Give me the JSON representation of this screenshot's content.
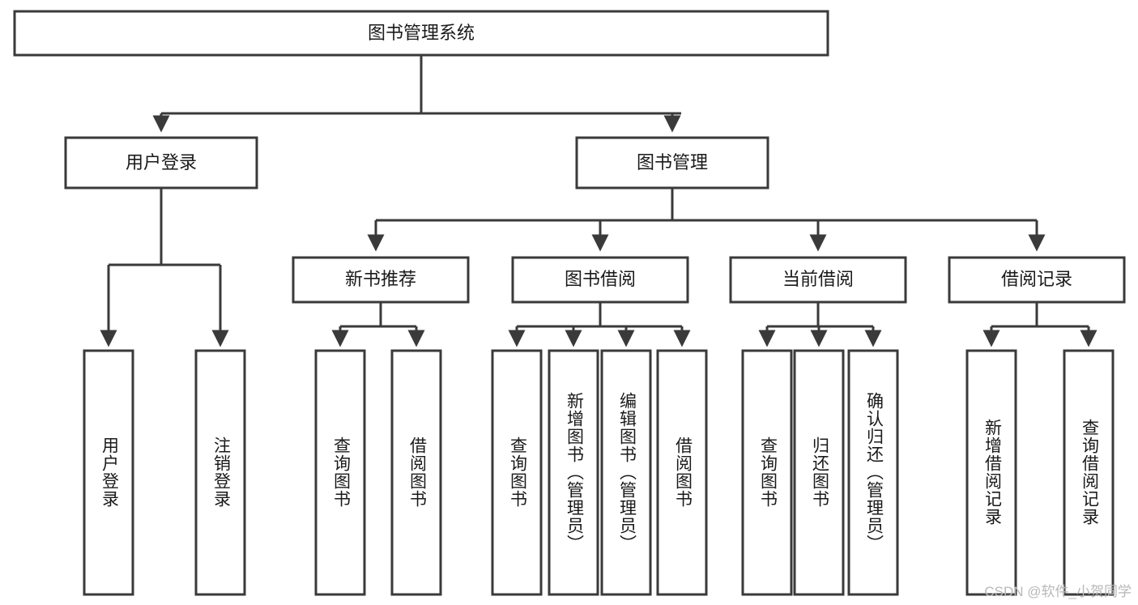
{
  "diagram": {
    "title": "图书管理系统",
    "type": "tree",
    "watermark": "CSDN @软件_小贺同学",
    "colors": {
      "box_stroke": "#3a3a3a",
      "box_fill": "#ffffff",
      "connector": "#3a3a3a",
      "text": "#1a1a1a",
      "watermark": "#b8b8b8",
      "background": "#ffffff"
    },
    "levels": {
      "root": {
        "label": "图书管理系统"
      },
      "level2": [
        {
          "label": "用户登录"
        },
        {
          "label": "图书管理"
        }
      ],
      "level3": [
        {
          "label": "新书推荐"
        },
        {
          "label": "图书借阅"
        },
        {
          "label": "当前借阅"
        },
        {
          "label": "借阅记录"
        }
      ],
      "leaves": {
        "user_login": [
          {
            "label": "用户登录"
          },
          {
            "label": "注销登录"
          }
        ],
        "new_book_recommend": [
          {
            "label": "查询图书"
          },
          {
            "label": "借阅图书"
          }
        ],
        "book_borrow": [
          {
            "label": "查询图书"
          },
          {
            "label": "新增图书（管理员）"
          },
          {
            "label": "编辑图书（管理员）"
          },
          {
            "label": "借阅图书"
          }
        ],
        "current_borrow": [
          {
            "label": "查询图书"
          },
          {
            "label": "归还图书"
          },
          {
            "label": "确认归还（管理员）"
          }
        ],
        "borrow_record": [
          {
            "label": "新增借阅记录"
          },
          {
            "label": "查询借阅记录"
          }
        ]
      }
    }
  }
}
